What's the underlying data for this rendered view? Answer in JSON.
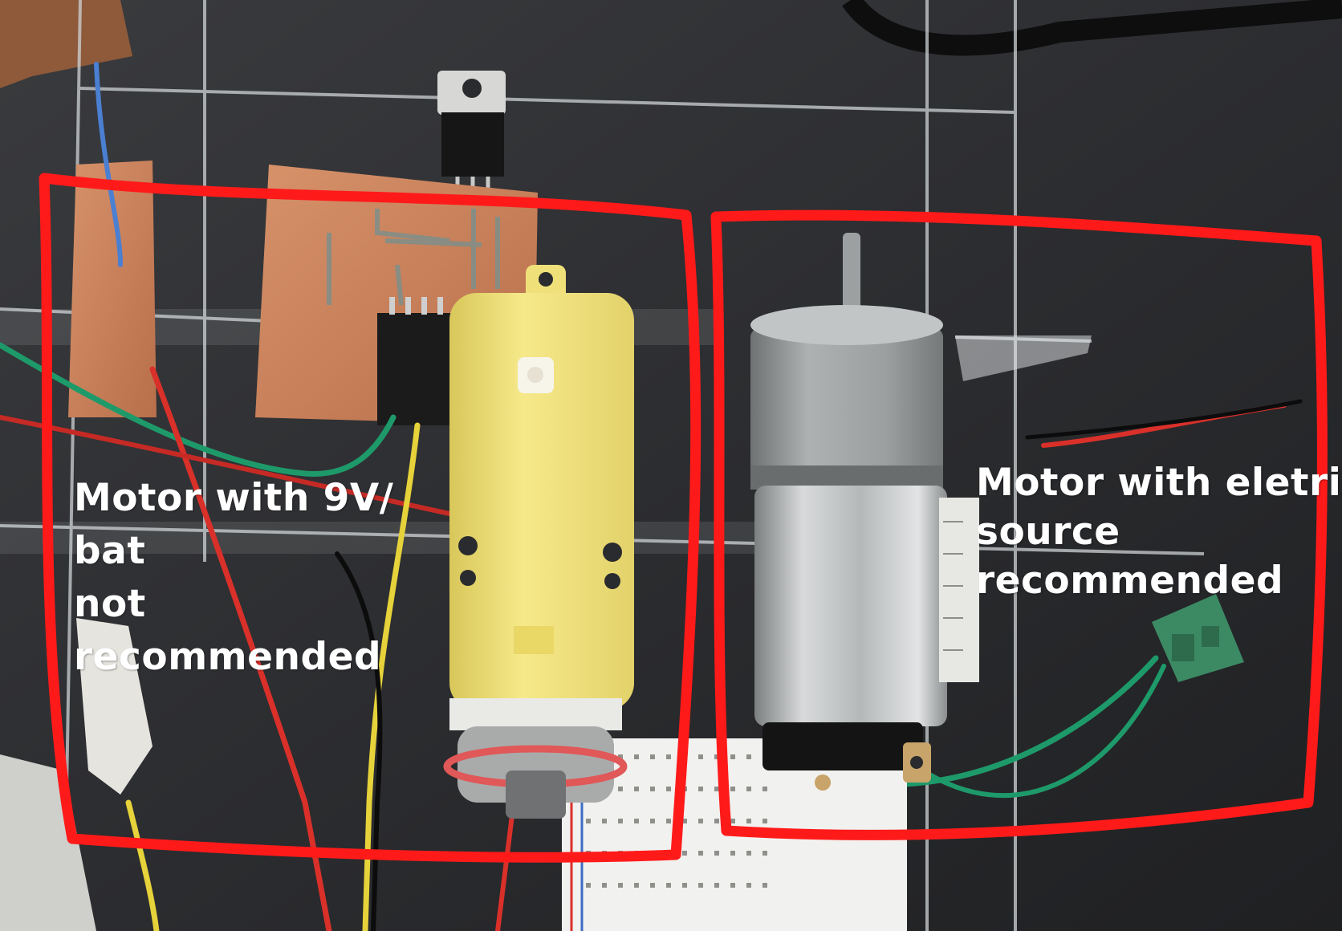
{
  "annotations": {
    "left_box": {
      "lines": [
        "Motor with 9V/",
        "bat",
        "not",
        "recommended"
      ],
      "color": "#ff1a1a"
    },
    "right_box": {
      "lines": [
        "Motor with eletric",
        "source",
        "recommended"
      ],
      "color": "#ff1a1a"
    }
  },
  "colors": {
    "background": "#2a2b2e",
    "acrylic_edge": "#cfd3d6",
    "copper_pcb": "#c9805a",
    "yellow_motor": "#f1e27a",
    "silver_motor": "#b9bcbd",
    "wire_red": "#d9302a",
    "wire_green": "#1e9a6a",
    "wire_yellow": "#e6d23a",
    "terminal_block": "#3c8a64",
    "annotation_text": "#ffffff"
  }
}
